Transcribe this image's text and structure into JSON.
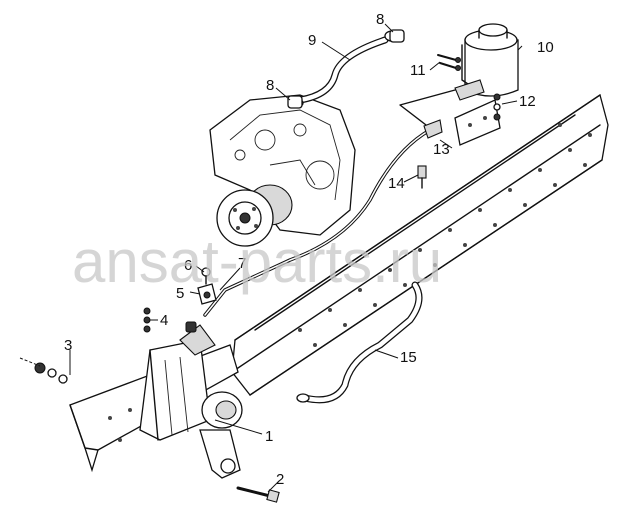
{
  "watermark": "ansat-parts.ru",
  "callouts": [
    {
      "id": "c1",
      "label": "1"
    },
    {
      "id": "c2",
      "label": "2"
    },
    {
      "id": "c3",
      "label": "3"
    },
    {
      "id": "c4",
      "label": "4"
    },
    {
      "id": "c5",
      "label": "5"
    },
    {
      "id": "c6",
      "label": "6"
    },
    {
      "id": "c7",
      "label": "7"
    },
    {
      "id": "c8a",
      "label": "8"
    },
    {
      "id": "c8b",
      "label": "8"
    },
    {
      "id": "c9",
      "label": "9"
    },
    {
      "id": "c10",
      "label": "10"
    },
    {
      "id": "c11",
      "label": "11"
    },
    {
      "id": "c12",
      "label": "12"
    },
    {
      "id": "c13",
      "label": "13"
    },
    {
      "id": "c14",
      "label": "14"
    },
    {
      "id": "c15",
      "label": "15"
    }
  ]
}
